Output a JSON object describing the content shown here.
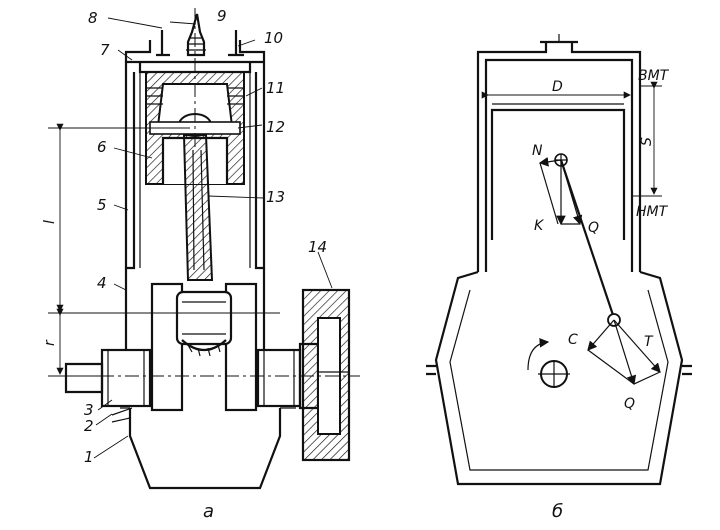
{
  "left": {
    "part_numbers": [
      "1",
      "2",
      "3",
      "4",
      "5",
      "6",
      "7",
      "8",
      "9",
      "10",
      "11",
      "12",
      "13",
      "14"
    ],
    "dim_l": "l",
    "dim_r": "r",
    "caption": "а"
  },
  "right": {
    "tdc": "ВМТ",
    "bdc": "НМТ",
    "bore": "D",
    "stroke": "S",
    "forces": {
      "N": "N",
      "K": "K",
      "Q1": "Q",
      "C": "C",
      "T": "T",
      "Q2": "Q"
    },
    "caption": "б"
  }
}
